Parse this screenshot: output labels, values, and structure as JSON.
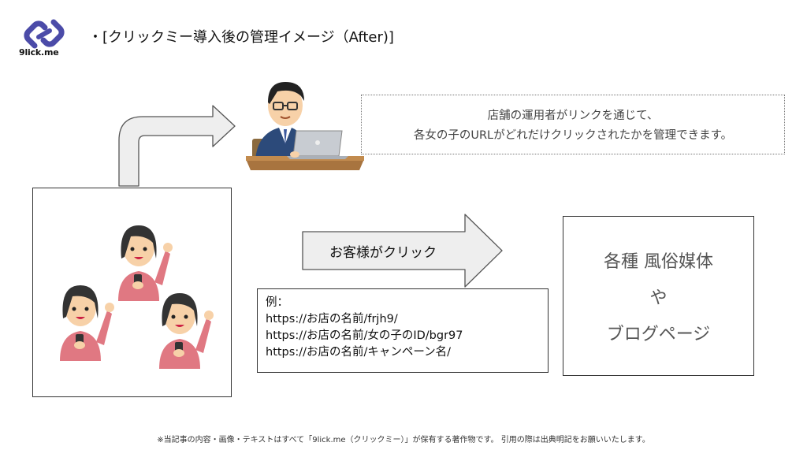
{
  "logo": {
    "text": "9lick.me",
    "accent": "#4b4ba8"
  },
  "title": "・[クリックミー導入後の管理イメージ（After)]",
  "note": {
    "line1": "店舗の運用者がリンクを通じて、",
    "line2": "各女の子のURLがどれだけクリックされたかを管理できます。"
  },
  "arrow": {
    "label": "お客様がクリック"
  },
  "example": {
    "heading": "例：",
    "urls": [
      "https://お店の名前/frjh9/",
      "https://お店の名前/女の子のID/bgr97",
      "https://お店の名前/キャンペーン名/"
    ]
  },
  "media": {
    "line1": "各種 風俗媒体",
    "line2": "や",
    "line3": "ブログページ"
  },
  "footer": "※当記事の内容・画像・テキストはすべて「9lick.me（クリックミー）」が保有する著作物です。 引用の際は出典明記をお願いいたします。",
  "icons": [
    "chain-link-logo-icon",
    "operator-laptop-illustration",
    "woman-smartphone-illustration"
  ]
}
